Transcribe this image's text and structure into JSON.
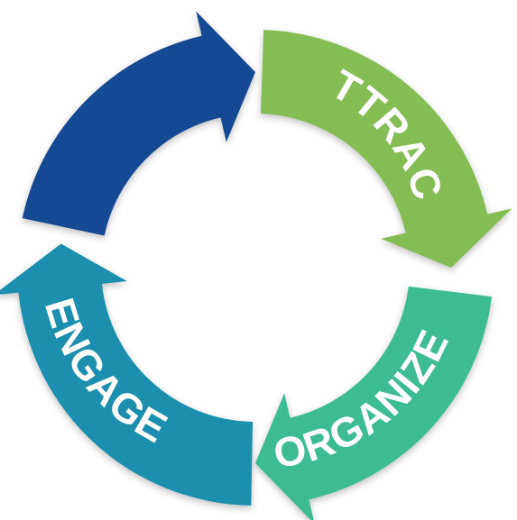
{
  "diagram": {
    "segments": [
      {
        "id": "top",
        "label": "",
        "color": "#174a94"
      },
      {
        "id": "attract",
        "label": "ATTRACT",
        "color": "#85bd55"
      },
      {
        "id": "organize",
        "label": "ORGANIZE",
        "color": "#3cbb92"
      },
      {
        "id": "engage",
        "label": "ENGAGE",
        "color": "#1b8eae"
      }
    ]
  }
}
